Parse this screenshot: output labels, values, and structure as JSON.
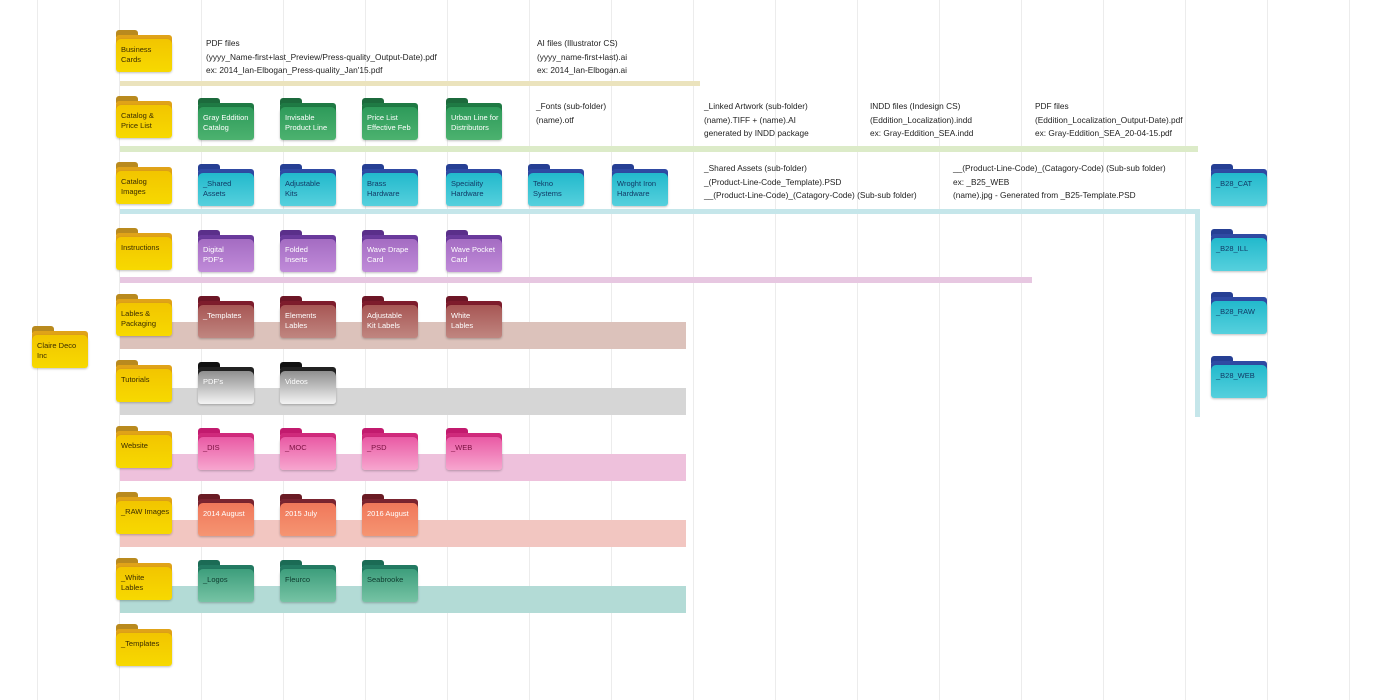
{
  "root": {
    "label": "Claire Deco Inc",
    "variant": "gold"
  },
  "side_folders": [
    {
      "label": "_B28_CAT"
    },
    {
      "label": "_B28_ILL"
    },
    {
      "label": "_B28_RAW"
    },
    {
      "label": "_B28_WEB"
    }
  ],
  "colors": {
    "gold": "#f2c500",
    "gold_tab": "#b98a1e",
    "green": "#2e9a5a",
    "teal": "#22b9cc",
    "purple": "#a46cc2",
    "maroon": "#a75654",
    "gray": "#8f8f8f",
    "pink": "#e95aa4",
    "orange": "#f0775a",
    "seagreen": "#3d9e7c"
  },
  "rows": [
    {
      "label": "Business\nCards",
      "band_color": "#ebe3bd",
      "children": [],
      "child_variant": "green",
      "notes": [
        [
          "PDF files",
          "(yyyy_Name-first+last_Preview/Press-quality_Output-Date).pdf",
          "  ex: 2014_Ian-Elbogan_Press-quality_Jan'15.pdf"
        ],
        [
          "AI files (Illustrator CS)",
          "(yyyy_name-first+last).ai",
          " ex: 2014_Ian-Elbogan.ai"
        ]
      ]
    },
    {
      "label": "Catalog &\nPrice List",
      "band_color": "#dcebc8",
      "children": [
        "Gray Eddition\nCatalog",
        "Invisable\nProduct Line",
        "Price List\nEffective Feb",
        "Urban Line for\nDistributors"
      ],
      "child_variant": "green",
      "notes": [
        [
          "_Fonts (sub-folder)",
          "(name).otf"
        ],
        [
          "_Linked Artwork (sub-folder)",
          "(name).TIFF + (name).AI",
          "generated by INDD package"
        ],
        [
          "INDD files (Indesign CS)",
          "(Eddition_Localization).indd",
          "ex: Gray-Eddition_SEA.indd"
        ],
        [
          "PDF files",
          "(Eddition_Localization_Output-Date).pdf",
          "ex: Gray-Eddition_SEA_20-04-15.pdf"
        ]
      ]
    },
    {
      "label": "Catalog\nImages",
      "band_color": "#c5e6ea",
      "children": [
        "_Shared\nAssets",
        "Adjustable\nKits",
        "Brass\nHardware",
        "Speciality\nHardware",
        "Tekno\nSystems",
        "Wroght Iron\nHardware"
      ],
      "child_variant": "teal",
      "notes": [
        [
          "_Shared Assets (sub-folder)",
          "_(Product-Line-Code_Template).PSD",
          "__(Product-Line-Code)_(Catagory-Code) (Sub-sub folder)"
        ],
        [
          "__(Product-Line-Code)_(Catagory-Code) (Sub-sub folder)",
          "ex: _B25_WEB",
          "(name).jpg - Generated from _B25-Template.PSD"
        ]
      ]
    },
    {
      "label": "Instructions",
      "band_color": "#e7c7e1",
      "children": [
        "Digital\nPDF's",
        "Folded\nInserts",
        "Wave Drape\nCard",
        "Wave Pocket\nCard"
      ],
      "child_variant": "purple",
      "notes": []
    },
    {
      "label": "Lables &\nPackaging",
      "band_color": "#dcc2bb",
      "children": [
        "_Templates",
        "Elements\nLables",
        "Adjustable\nKit Labels",
        "White\nLables"
      ],
      "child_variant": "maroon",
      "notes": []
    },
    {
      "label": "Tutorials",
      "band_color": "#d6d6d6",
      "children": [
        "PDF's",
        "Videos"
      ],
      "child_variant": "gray",
      "notes": []
    },
    {
      "label": "Website",
      "band_color": "#eec1dc",
      "children": [
        "_DIS",
        "_MOC",
        "_PSD",
        "_WEB"
      ],
      "child_variant": "pink",
      "notes": []
    },
    {
      "label": "_RAW Images",
      "band_color": "#f2c6c1",
      "children": [
        "2014 August",
        "2015 July",
        "2016 August"
      ],
      "child_variant": "orange",
      "notes": []
    },
    {
      "label": "_White\nLables",
      "band_color": "#b3dbd6",
      "children": [
        "_Logos",
        "Fleurco",
        "Seabrooke"
      ],
      "child_variant": "seagreen",
      "notes": []
    },
    {
      "label": "_Templates",
      "band_color": "",
      "children": [],
      "child_variant": "gold",
      "notes": []
    }
  ]
}
